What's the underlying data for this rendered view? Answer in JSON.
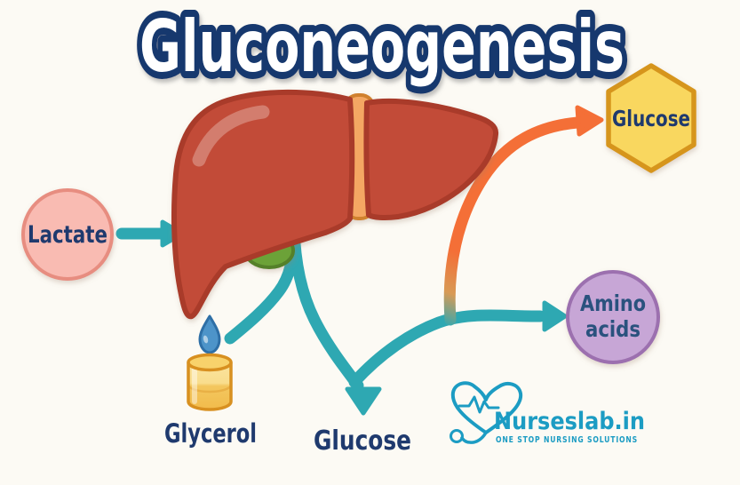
{
  "title": "Gluconeogenesis",
  "diagram": {
    "nodes": {
      "lactate": {
        "label": "Lactate",
        "shape": "circle",
        "fill": "#F9BBB2",
        "border": "#E78D80"
      },
      "glucose_product": {
        "label": "Glucose",
        "shape": "hexagon",
        "fill": "#F9D75F",
        "border": "#D6951F"
      },
      "amino_acids": {
        "line1": "Amino",
        "line2": "acids",
        "shape": "circle",
        "fill": "#C7A6D6",
        "border": "#9C70AF"
      },
      "glycerol": {
        "label": "Glycerol",
        "icon": "droplet-and-beaker-icon"
      },
      "glucose_output": {
        "label": "Glucose",
        "icon": "down-arrow"
      }
    },
    "center_icon": "liver-illustration",
    "arrow_colors": {
      "teal": "#2EA8B2",
      "orange": "#F46F37"
    }
  },
  "logo": {
    "name": "Nurseslab.in",
    "tagline": "ONE STOP NURSING SOLUTIONS",
    "color": "#1C9CC3",
    "icon": "heart-ekg-stethoscope-icon"
  },
  "palette": {
    "background": "#FCFAF4",
    "navy_text": "#1F3A6E",
    "amino_text": "#2A527E",
    "title_fill": "#FFFFFF",
    "title_outline": "#17386E",
    "liver_fill": "#C24B37",
    "liver_outline": "#A93A29",
    "ligament_band": "#F4A763",
    "gallbladder_green": "#6CA237",
    "droplet_blue": "#4D94C9",
    "beaker_yellow": "#F6CE6E",
    "beaker_border": "#D89020"
  }
}
